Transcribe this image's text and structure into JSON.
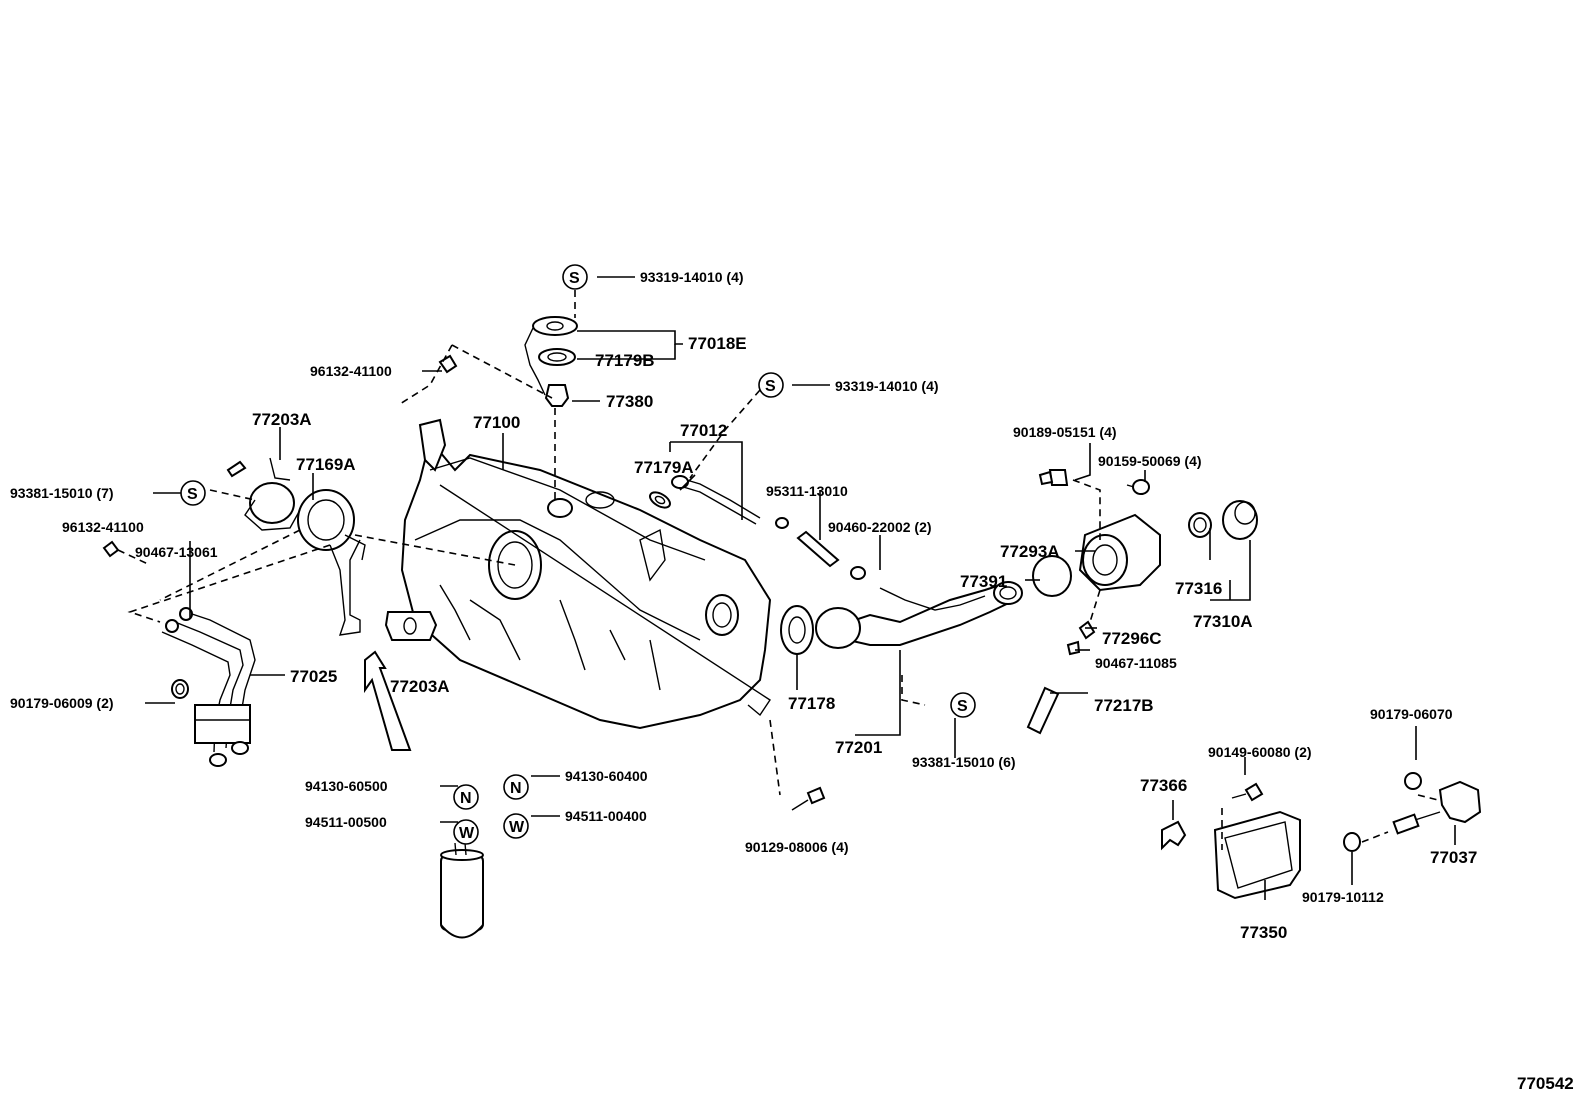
{
  "diagram_id": "770542",
  "labels": {
    "p93319_14010_top": "93319-14010 (4)",
    "p77018E": "77018E",
    "p77179B": "77179B",
    "p96132_41100_top": "96132-41100",
    "p77380": "77380",
    "p93319_14010_mid": "93319-14010 (4)",
    "p77203A_top": "77203A",
    "p77100": "77100",
    "p77012": "77012",
    "p77169A": "77169A",
    "p77179A": "77179A",
    "p90189_05151": "90189-05151 (4)",
    "p93381_15010_7": "93381-15010 (7)",
    "p95311_13010": "95311-13010",
    "p90159_50069": "90159-50069 (4)",
    "p96132_41100_left": "96132-41100",
    "p90460_22002": "90460-22002 (2)",
    "p90467_13061": "90467-13061",
    "p77293A": "77293A",
    "p77391": "77391",
    "p77316": "77316",
    "p77310A": "77310A",
    "p77296C": "77296C",
    "p90467_11085": "90467-11085",
    "p77025": "77025",
    "p77203A_bot": "77203A",
    "p90179_06009": "90179-06009 (2)",
    "p77178": "77178",
    "p77217B": "77217B",
    "p90179_06070": "90179-06070",
    "p77201": "77201",
    "p93381_15010_6": "93381-15010 (6)",
    "p90149_60080": "90149-60080 (2)",
    "p94130_60500": "94130-60500",
    "p94130_60400": "94130-60400",
    "p77366": "77366",
    "p94511_00500": "94511-00500",
    "p94511_00400": "94511-00400",
    "p90129_08006": "90129-08006 (4)",
    "p77037": "77037",
    "p90179_10112": "90179-10112",
    "p77350": "77350"
  },
  "symbols": {
    "s": "S",
    "n": "N",
    "w": "W"
  }
}
